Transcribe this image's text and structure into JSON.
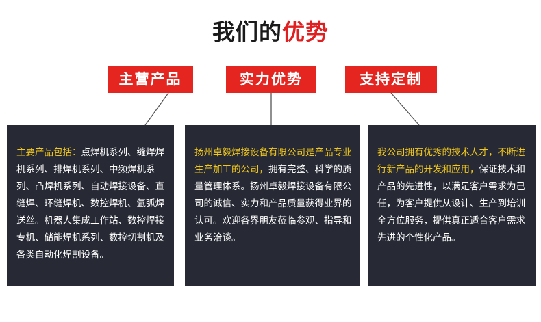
{
  "heading": {
    "prefix": "我们的",
    "highlight": "优势"
  },
  "tags": [
    "主营产品",
    "实力优势",
    "支持定制"
  ],
  "panels": [
    {
      "lead": "主要产品包括：",
      "body": "点焊机系列、缝焊焊机系列、排焊机系列、中频焊机系列、凸焊机系列、自动焊接设备、直缝焊、环缝焊机、数控焊机、氩弧焊送丝。机器人集成工作站、数控焊接专机、储能焊机系列、数控切割机及各类自动化焊割设备。"
    },
    {
      "lead": "扬州卓毅焊接设备有限公司是产品专业生产加工的公司，",
      "body": "拥有完整、科学的质量管理体系。扬州卓毅焊接设备有限公司的诚信、实力和产品质量获得业界的认可。欢迎各界朋友莅临参观、指导和业务洽谈。"
    },
    {
      "lead": "我公司拥有优秀的技术人才，不断进行新产品的开发和应用，",
      "body": "保证技术和产品的先进性，以满足客户需求为己任，为客户提供从设计、生产到培训全方位服务，提供真正适合客户需求先进的个性化产品。"
    }
  ],
  "colors": {
    "accent": "#e52520",
    "panel_bg": "#272a35",
    "lead_text": "#f2c81a"
  }
}
